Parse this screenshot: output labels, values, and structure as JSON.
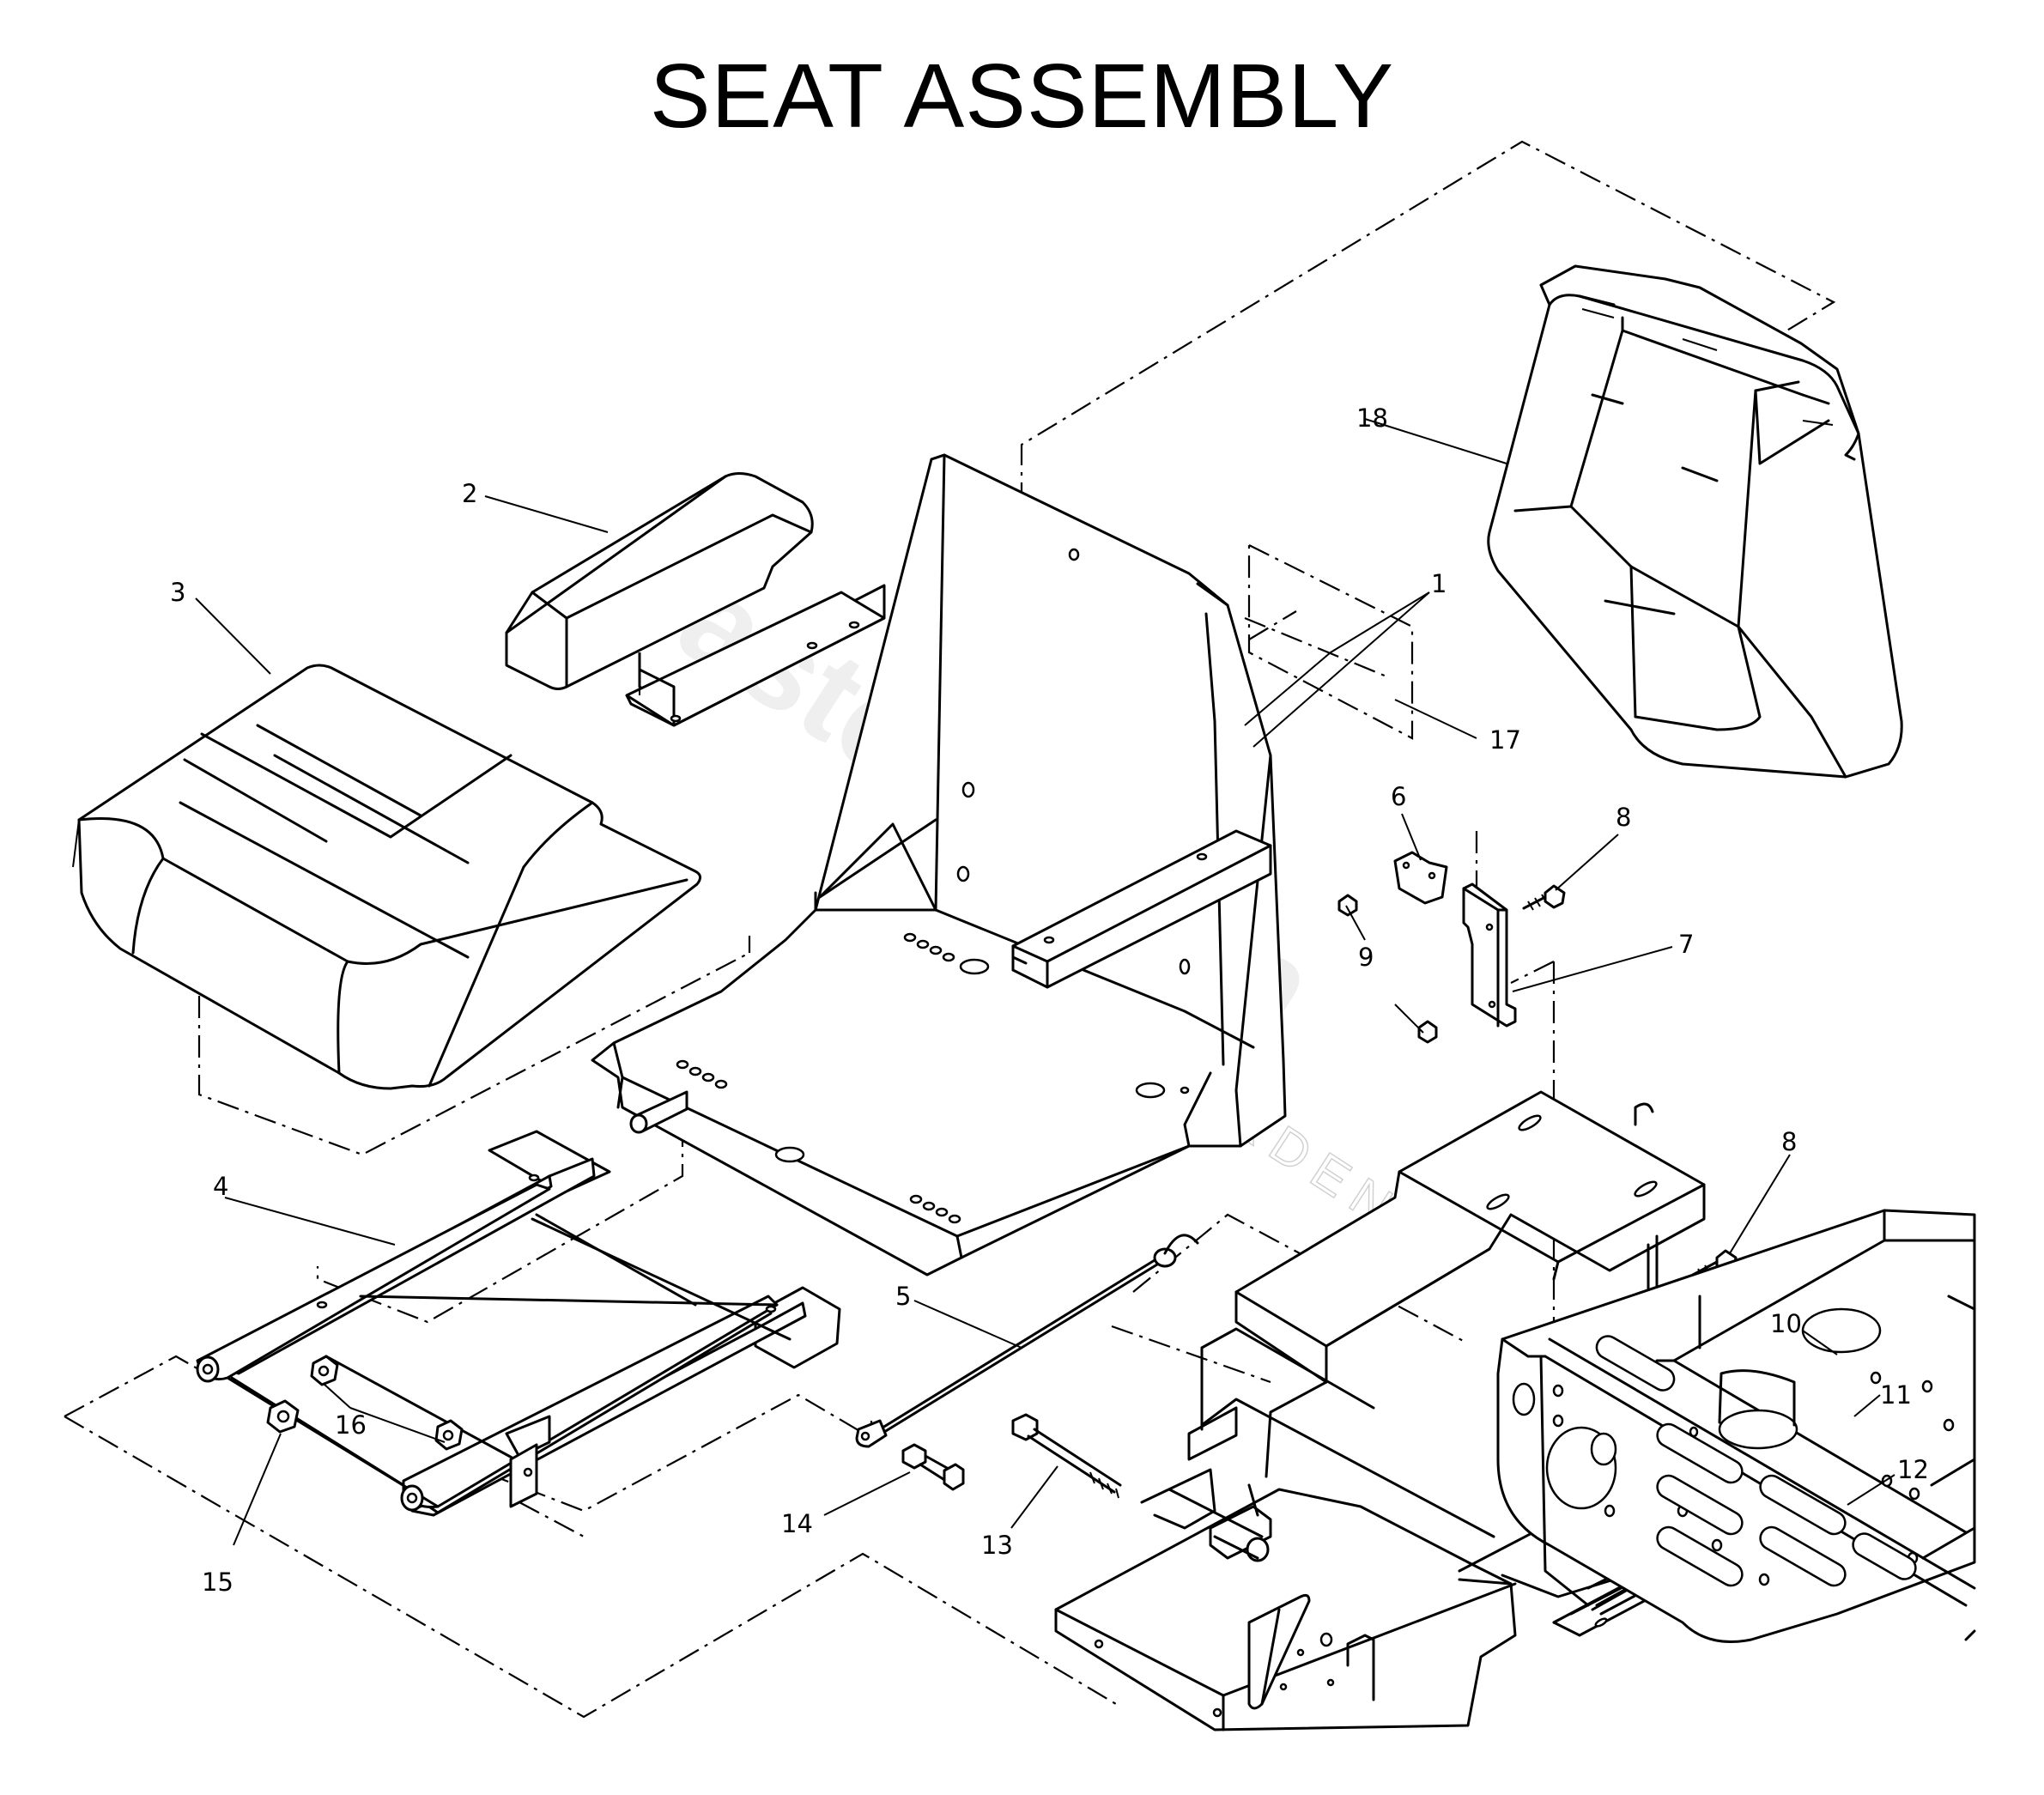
{
  "title": "SEAT ASSEMBLY",
  "watermark": {
    "brand": "Castelgarden",
    "sub": "GARDEN"
  },
  "callouts": [
    {
      "id": "1",
      "label": "1"
    },
    {
      "id": "2",
      "label": "2"
    },
    {
      "id": "3",
      "label": "3"
    },
    {
      "id": "4",
      "label": "4"
    },
    {
      "id": "5",
      "label": "5"
    },
    {
      "id": "6",
      "label": "6"
    },
    {
      "id": "7",
      "label": "7"
    },
    {
      "id": "8a",
      "label": "8"
    },
    {
      "id": "8b",
      "label": "8"
    },
    {
      "id": "9",
      "label": "9"
    },
    {
      "id": "10",
      "label": "10"
    },
    {
      "id": "11",
      "label": "11"
    },
    {
      "id": "12",
      "label": "12"
    },
    {
      "id": "13",
      "label": "13"
    },
    {
      "id": "14",
      "label": "14"
    },
    {
      "id": "15",
      "label": "15"
    },
    {
      "id": "16",
      "label": "16"
    },
    {
      "id": "17",
      "label": "17"
    },
    {
      "id": "18",
      "label": "18"
    }
  ]
}
